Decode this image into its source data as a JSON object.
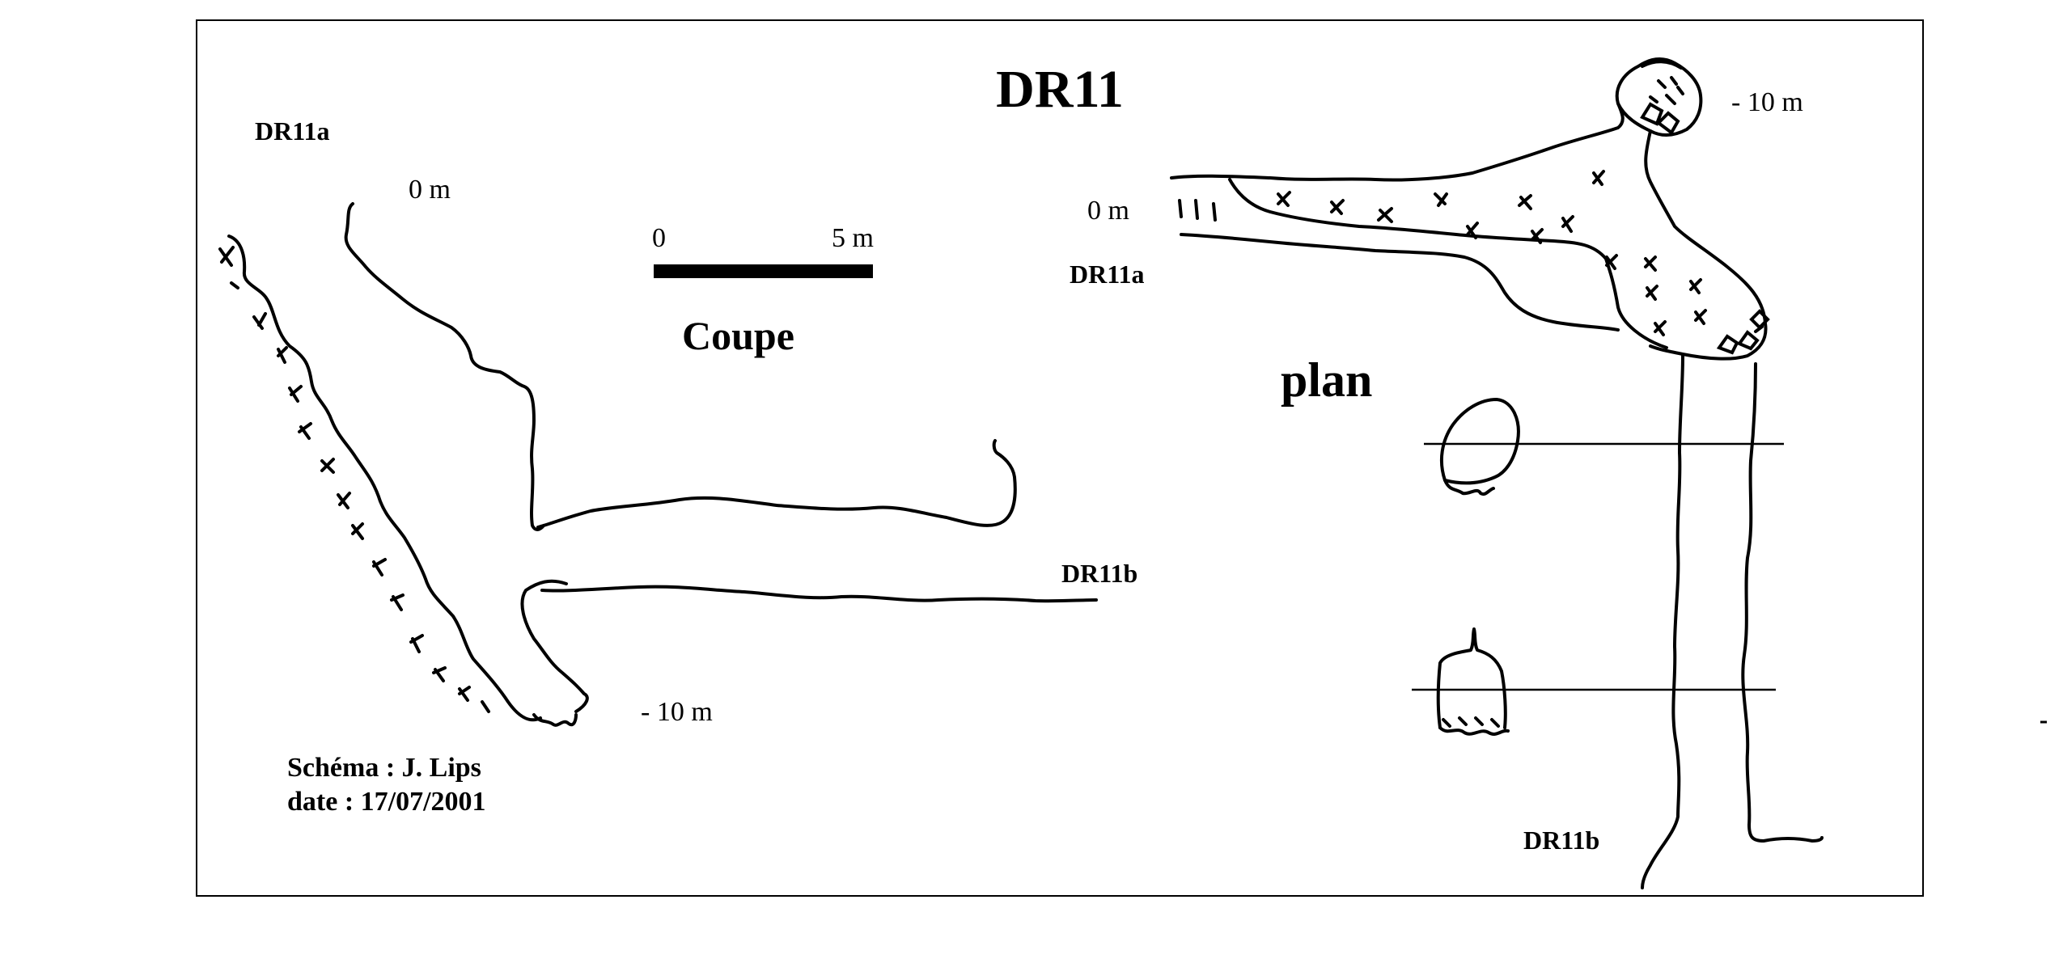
{
  "title": "DR11",
  "scale_bar": {
    "start": "0",
    "end": "5 m"
  },
  "section": {
    "heading": "Coupe",
    "entrance_label": "DR11a",
    "top_depth": "0 m",
    "bottom_depth": "- 10 m",
    "exit_label": "DR11b"
  },
  "plan": {
    "heading": "plan",
    "entrance_label": "DR11a",
    "entrance_depth": "0 m",
    "pit_depth": "- 10 m",
    "exit_label": "DR11b"
  },
  "credits": {
    "author": "Schéma : J. Lips",
    "date": "date : 17/07/2001"
  }
}
